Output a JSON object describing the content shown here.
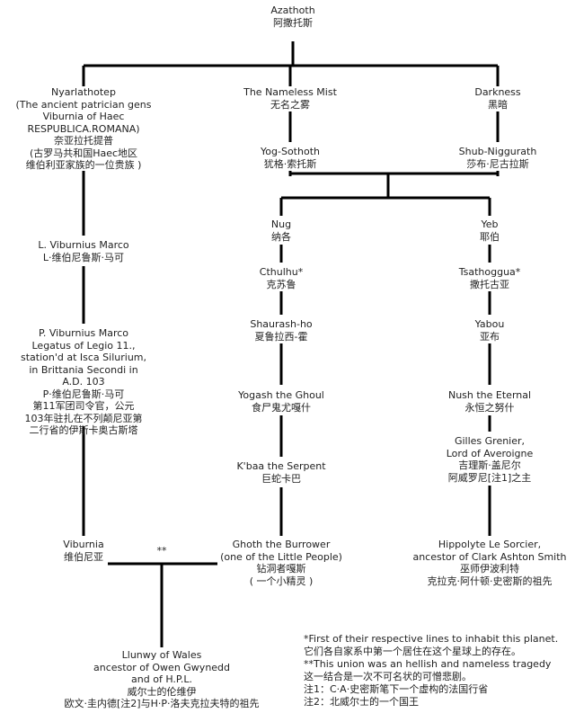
{
  "nodes": {
    "azathoth": [
      "Azathoth",
      "阿撒托斯"
    ],
    "nyarlathotep": [
      "Nyarlathotep",
      "(The ancient patrician gens",
      "Viburnia of Haec",
      "RESPUBLICA.ROMANA)",
      "奈亚拉托提普",
      "(古罗马共和国Haec地区",
      "维伯利亚家族的一位贵族 )"
    ],
    "nameless_mist": [
      "The Nameless Mist",
      "无名之雾"
    ],
    "darkness": [
      "Darkness",
      "黑暗"
    ],
    "yog_sothoth": [
      "Yog-Sothoth",
      "犹格·索托斯"
    ],
    "shub_niggurath": [
      "Shub-Niggurath",
      "莎布·尼古拉斯"
    ],
    "nug": [
      "Nug",
      "纳各"
    ],
    "yeb": [
      "Yeb",
      "耶伯"
    ],
    "cthulhu": [
      "Cthulhu*",
      "克苏鲁"
    ],
    "tsathoggua": [
      "Tsathoggua*",
      "撒托古亚"
    ],
    "shaurash_ho": [
      "Shaurash-ho",
      "夏鲁拉西-霍"
    ],
    "yabou": [
      "Yabou",
      "亚布"
    ],
    "yogash": [
      "Yogash the Ghoul",
      "食尸鬼尤嘎什"
    ],
    "nush": [
      "Nush the Eternal",
      "永恒之努什"
    ],
    "kbaa": [
      "K'baa the Serpent",
      "巨蛇卡巴"
    ],
    "gilles": [
      "Gilles Grenier,",
      "Lord of Averoigne",
      "吉理斯·盖尼尔",
      "阿威罗尼[注1]之主"
    ],
    "ghoth": [
      "Ghoth the Burrower",
      "(one of the Little People)",
      "钻洞者嘎斯",
      "( 一个小精灵 )"
    ],
    "hippolyte": [
      "Hippolyte  Le Sorcier,",
      "ancestor of Clark Ashton Smith",
      "巫师伊波利特",
      "克拉克·阿什顿·史密斯的祖先"
    ],
    "l_viburnius": [
      "L. Viburnius Marco",
      "L·维伯尼鲁斯·马可"
    ],
    "p_viburnius": [
      "P. Viburnius Marco",
      "Legatus of Legio 11.,",
      "station'd at Isca Silurium,",
      "in Brittania Secondi in",
      "A.D. 103",
      "P·维伯尼鲁斯·马可",
      "第11军团司令官，公元",
      "103年驻扎在不列颠尼亚第",
      "二行省的伊斯卡奥古斯塔"
    ],
    "viburnia": [
      "Viburnia",
      "维伯尼亚"
    ],
    "llunwy": [
      "Llunwy of Wales",
      "ancestor of Owen Gwynedd",
      "and of H.P.L.",
      "威尔士的伦维伊",
      "欧文·圭内德[注2]与H·P·洛夫克拉夫特的祖先"
    ]
  },
  "union_mark": "**",
  "notes": [
    "*First of their respective lines to inhabit this planet.",
    "它们各自家系中第一个居住在这个星球上的存在。",
    "**This union was an hellish and nameless tragedy",
    "这一结合是一次不可名状的可憎悲剧。",
    "注1：C·A·史密斯笔下一个虚构的法国行省",
    "注2：北威尔士的一个国王"
  ]
}
